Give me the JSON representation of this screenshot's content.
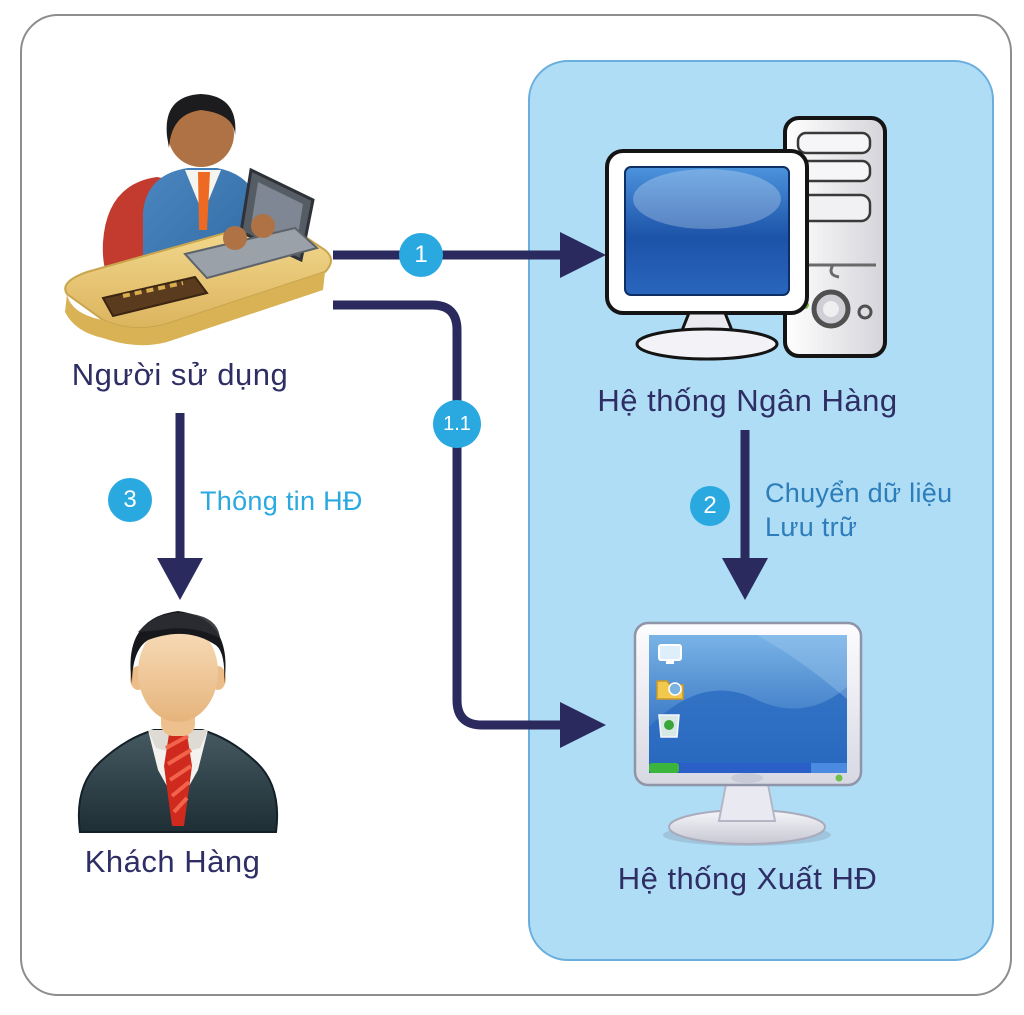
{
  "diagram": {
    "nodes": {
      "user": {
        "label": "Người sử dụng"
      },
      "bank_system": {
        "label": "Hệ thống Ngân Hàng"
      },
      "customer": {
        "label": "Khách Hàng"
      },
      "invoice_system": {
        "label": "Hệ thống Xuất HĐ"
      }
    },
    "arrows": {
      "step1": {
        "badge": "1",
        "from": "user",
        "to": "bank_system"
      },
      "step1_1": {
        "badge": "1.1",
        "from": "user",
        "to": "invoice_system"
      },
      "step2": {
        "badge": "2",
        "from": "bank_system",
        "to": "invoice_system",
        "label_line1": "Chuyển dữ liệu",
        "label_line2": "Lưu trữ"
      },
      "step3": {
        "badge": "3",
        "from": "user",
        "to": "customer",
        "label": "Thông tin HĐ"
      }
    },
    "colors": {
      "arrow_navy": "#2b2a5e",
      "badge_cyan": "#29a9e0",
      "panel_fill": "#aeddf5",
      "panel_border": "#6aaede",
      "node_text": "#2e2d64",
      "step3_label_text": "#2aa9e0",
      "step2_label_text": "#2d7dbb",
      "frame_border": "#8d8d8d"
    }
  }
}
